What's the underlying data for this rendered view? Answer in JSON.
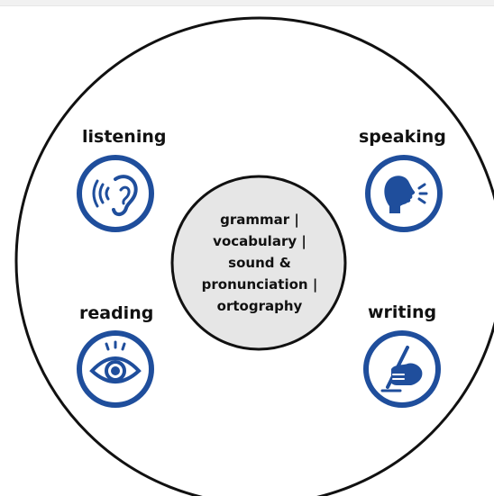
{
  "colors": {
    "accent": "#1f4e9c",
    "center_fill": "#e6e6e6",
    "outline": "#111111",
    "background": "#ffffff"
  },
  "skills": {
    "listening": {
      "label": "listening",
      "icon": "ear-sound-icon"
    },
    "speaking": {
      "label": "speaking",
      "icon": "head-speaking-icon"
    },
    "reading": {
      "label": "reading",
      "icon": "eye-icon"
    },
    "writing": {
      "label": "writing",
      "icon": "hand-writing-icon"
    }
  },
  "center": {
    "lines": [
      "grammar |",
      "vocabulary |",
      "sound &",
      "pronunciation |",
      "ortography"
    ]
  }
}
